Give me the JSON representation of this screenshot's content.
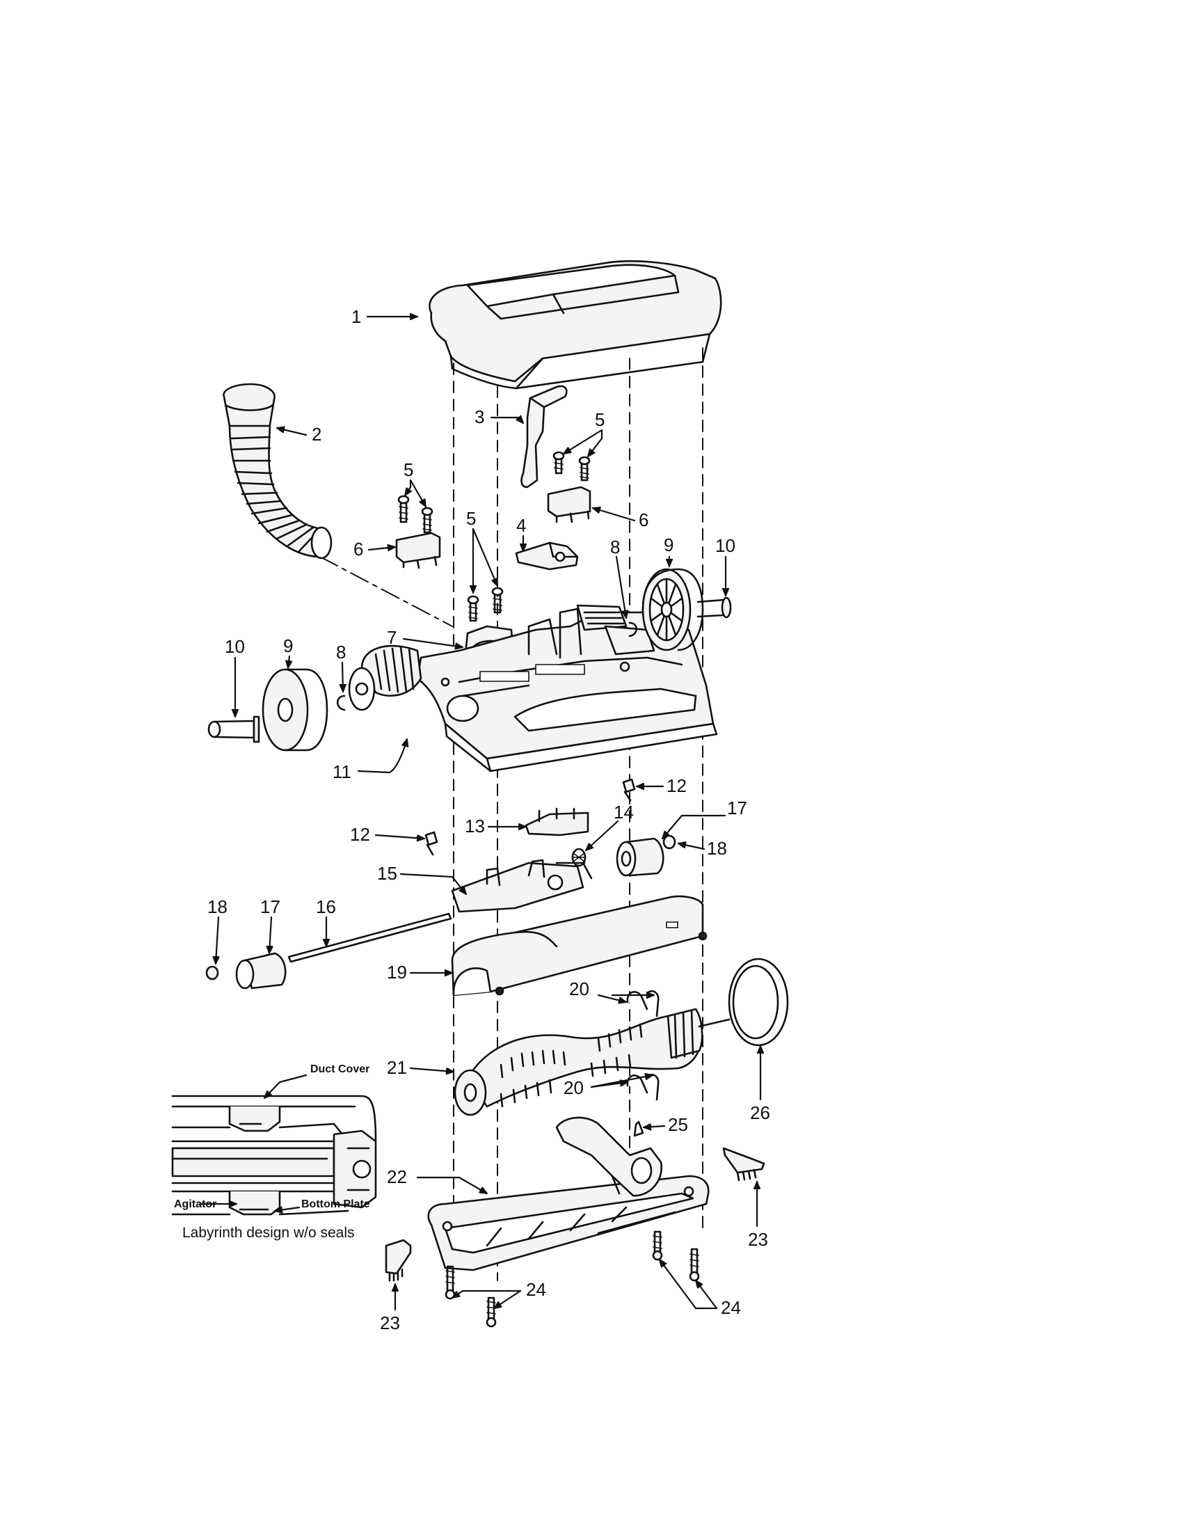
{
  "callouts": {
    "c1": "1",
    "c2": "2",
    "c3": "3",
    "c4": "4",
    "c5a": "5",
    "c5b": "5",
    "c5c": "5",
    "c6a": "6",
    "c6b": "6",
    "c7": "7",
    "c8a": "8",
    "c8b": "8",
    "c9a": "9",
    "c9b": "9",
    "c10a": "10",
    "c10b": "10",
    "c11": "11",
    "c12a": "12",
    "c12b": "12",
    "c13": "13",
    "c14": "14",
    "c15": "15",
    "c16": "16",
    "c17a": "17",
    "c17b": "17",
    "c18a": "18",
    "c18b": "18",
    "c19": "19",
    "c20a": "20",
    "c20b": "20",
    "c21": "21",
    "c22": "22",
    "c23a": "23",
    "c23b": "23",
    "c24a": "24",
    "c24b": "24",
    "c25": "25",
    "c26": "26"
  },
  "inset": {
    "duct_cover": "Duct Cover",
    "agitator": "Agitator",
    "bottom_plate": "Bottom Plate",
    "caption": "Labyrinth design w/o seals"
  }
}
